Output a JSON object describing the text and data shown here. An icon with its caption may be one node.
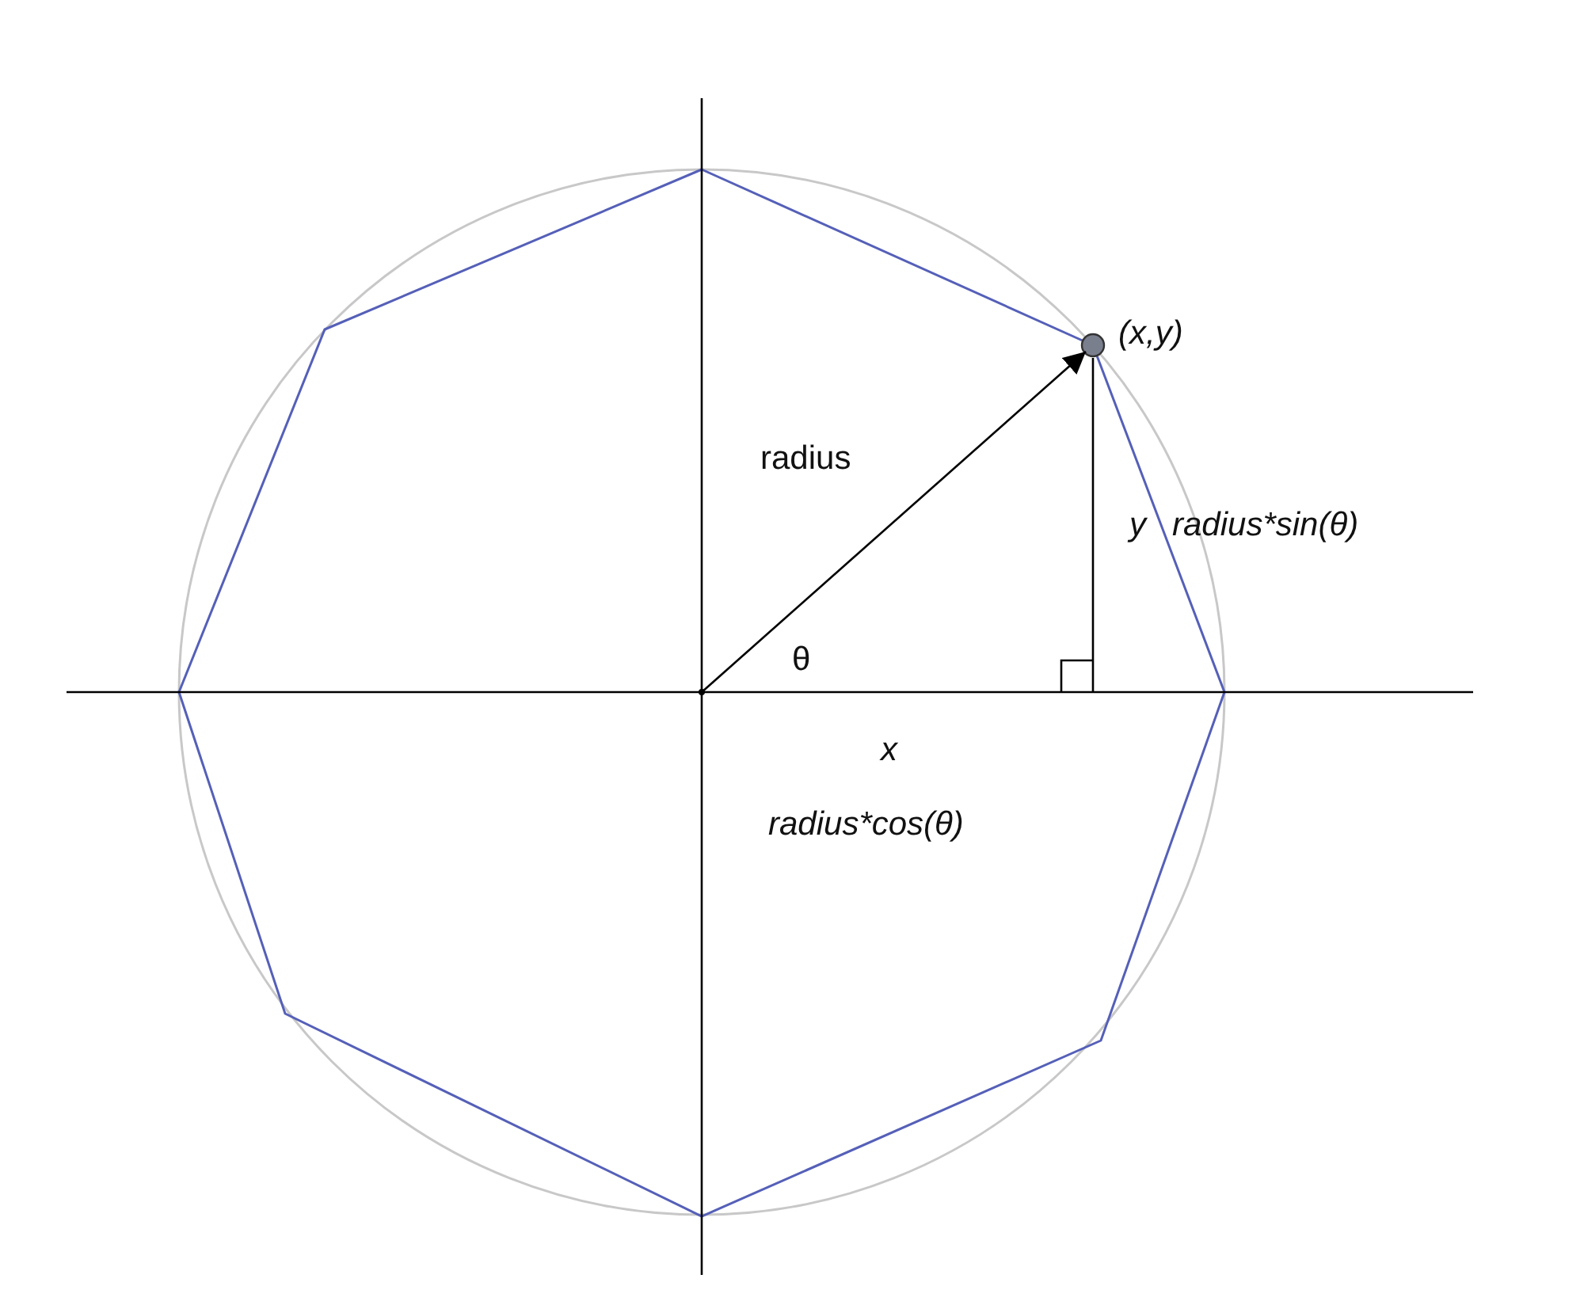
{
  "diagram": {
    "nodes": [
      {
        "text": [],
        "shape": "point"
      },
      {
        "text": [],
        "shape": "circle",
        "beside": [
          "(x,y)"
        ]
      }
    ],
    "edges": [
      {
        "from": 0,
        "to": 1,
        "arrow": "to"
      }
    ],
    "labels": [
      "radius",
      "y",
      "radius*sin(θ)",
      "θ",
      "x",
      "radius*cos(θ)"
    ]
  }
}
